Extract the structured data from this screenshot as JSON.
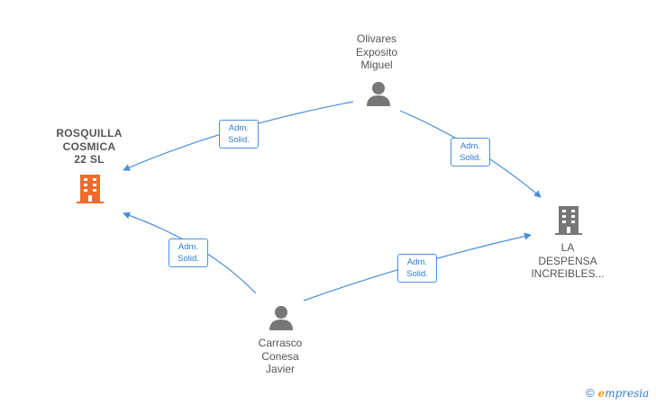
{
  "nodes": {
    "rosquilla": {
      "label": "ROSQUILLA\nCOSMICA\n22  SL",
      "type": "company",
      "color": "#f26b2a"
    },
    "despensa": {
      "label": "LA\nDESPENSA\nINCREIBLES...",
      "type": "company",
      "color": "#777777"
    },
    "olivares": {
      "label": "Olivares\nExposito\nMiguel",
      "type": "person",
      "color": "#777777"
    },
    "carrasco": {
      "label": "Carrasco\nConesa\nJavier",
      "type": "person",
      "color": "#777777"
    }
  },
  "edges": [
    {
      "from": "olivares",
      "to": "rosquilla",
      "label": "Adm.\nSolid."
    },
    {
      "from": "olivares",
      "to": "despensa",
      "label": "Adm.\nSolid."
    },
    {
      "from": "carrasco",
      "to": "rosquilla",
      "label": "Adm.\nSolid."
    },
    {
      "from": "carrasco",
      "to": "despensa",
      "label": "Adm.\nSolid."
    }
  ],
  "edge_color": "#4a90d9",
  "watermark": {
    "copyright": "©",
    "brand_initial": "e",
    "brand_rest": "mpresia"
  }
}
